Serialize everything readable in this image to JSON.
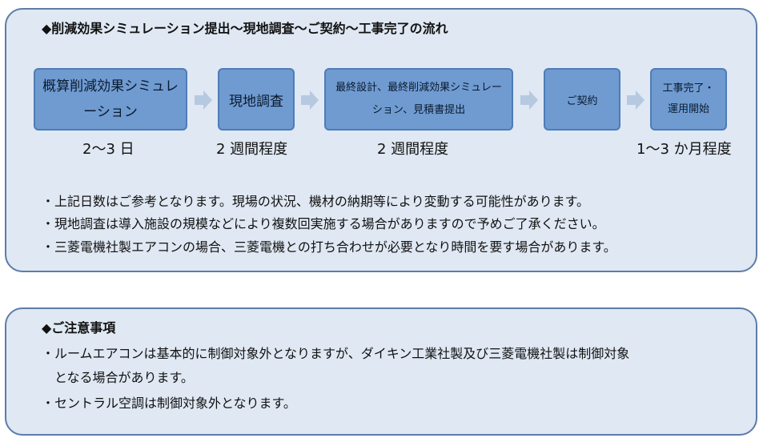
{
  "flow_section": {
    "title": "◆削減効果シミュレーション提出～現地調査～ご契約～工事完了の流れ",
    "steps": [
      {
        "label": "概算削減効果シミュレーション",
        "duration": "2～3 日"
      },
      {
        "label": "現地調査",
        "duration": "2 週間程度"
      },
      {
        "label": "最終設計、最終削減効果シミュレーション、見積書提出",
        "duration": "2 週間程度"
      },
      {
        "label": "ご契約",
        "duration": ""
      },
      {
        "label": "工事完了・運用開始",
        "duration": "1～3 か月程度"
      }
    ],
    "notes": [
      "・上記日数はご参考となります。現場の状況、機材の納期等により変動する可能性があります。",
      "・現地調査は導入施設の規模などにより複数回実施する場合がありますので予めご了承ください。",
      "・三菱電機社製エアコンの場合、三菱電機との打ち合わせが必要となり時間を要す場合があります。"
    ]
  },
  "caution_section": {
    "title": "◆ご注意事項",
    "notes": [
      "・ルームエアコンは基本的に制御対象外となりますが、ダイキン工業社製及び三菱電機社製は制御対象",
      "となる場合があります。",
      "・セントラル空調は制御対象外となります。"
    ]
  },
  "colors": {
    "panel_bg": "#dfe8f3",
    "panel_border": "#5d7ca8",
    "step_fill": "#6f9bd1",
    "arrow": "#b7c9e0"
  }
}
